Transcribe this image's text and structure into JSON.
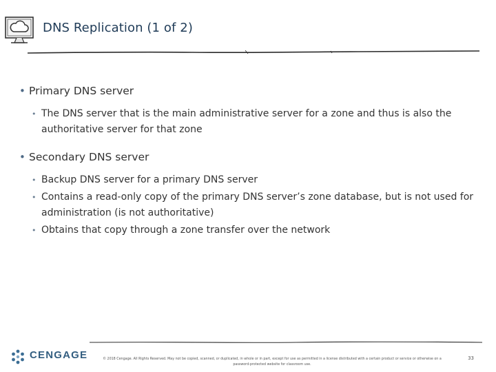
{
  "slide": {
    "title": "DNS Replication (1 of 2)",
    "bullets": [
      {
        "text": "Primary DNS server",
        "sub": [
          "The DNS server that is the main administrative server for a zone and thus is also the authoritative server for that zone"
        ]
      },
      {
        "text": "Secondary DNS server",
        "sub": [
          "Backup DNS server for a primary DNS server",
          "Contains a read-only copy of the primary DNS server’s zone database, but is not used for administration (is not authoritative)",
          "Obtains that copy through a zone transfer over the network"
        ]
      }
    ]
  },
  "footer": {
    "logo_text": "CENGAGE",
    "copyright": "© 2018 Cengage. All Rights Reserved. May not be copied, scanned, or duplicated, in whole or in part, except for use as permitted in a license distributed with a certain product or service or otherwise on a password-protected website for classroom use.",
    "page_number": "33"
  },
  "icons": {
    "header": "monitor-cloud-icon",
    "logo": "cengage-logo-icon"
  },
  "colors": {
    "title": "#1f3b57",
    "accent": "#335e80",
    "body_text": "#333333"
  }
}
